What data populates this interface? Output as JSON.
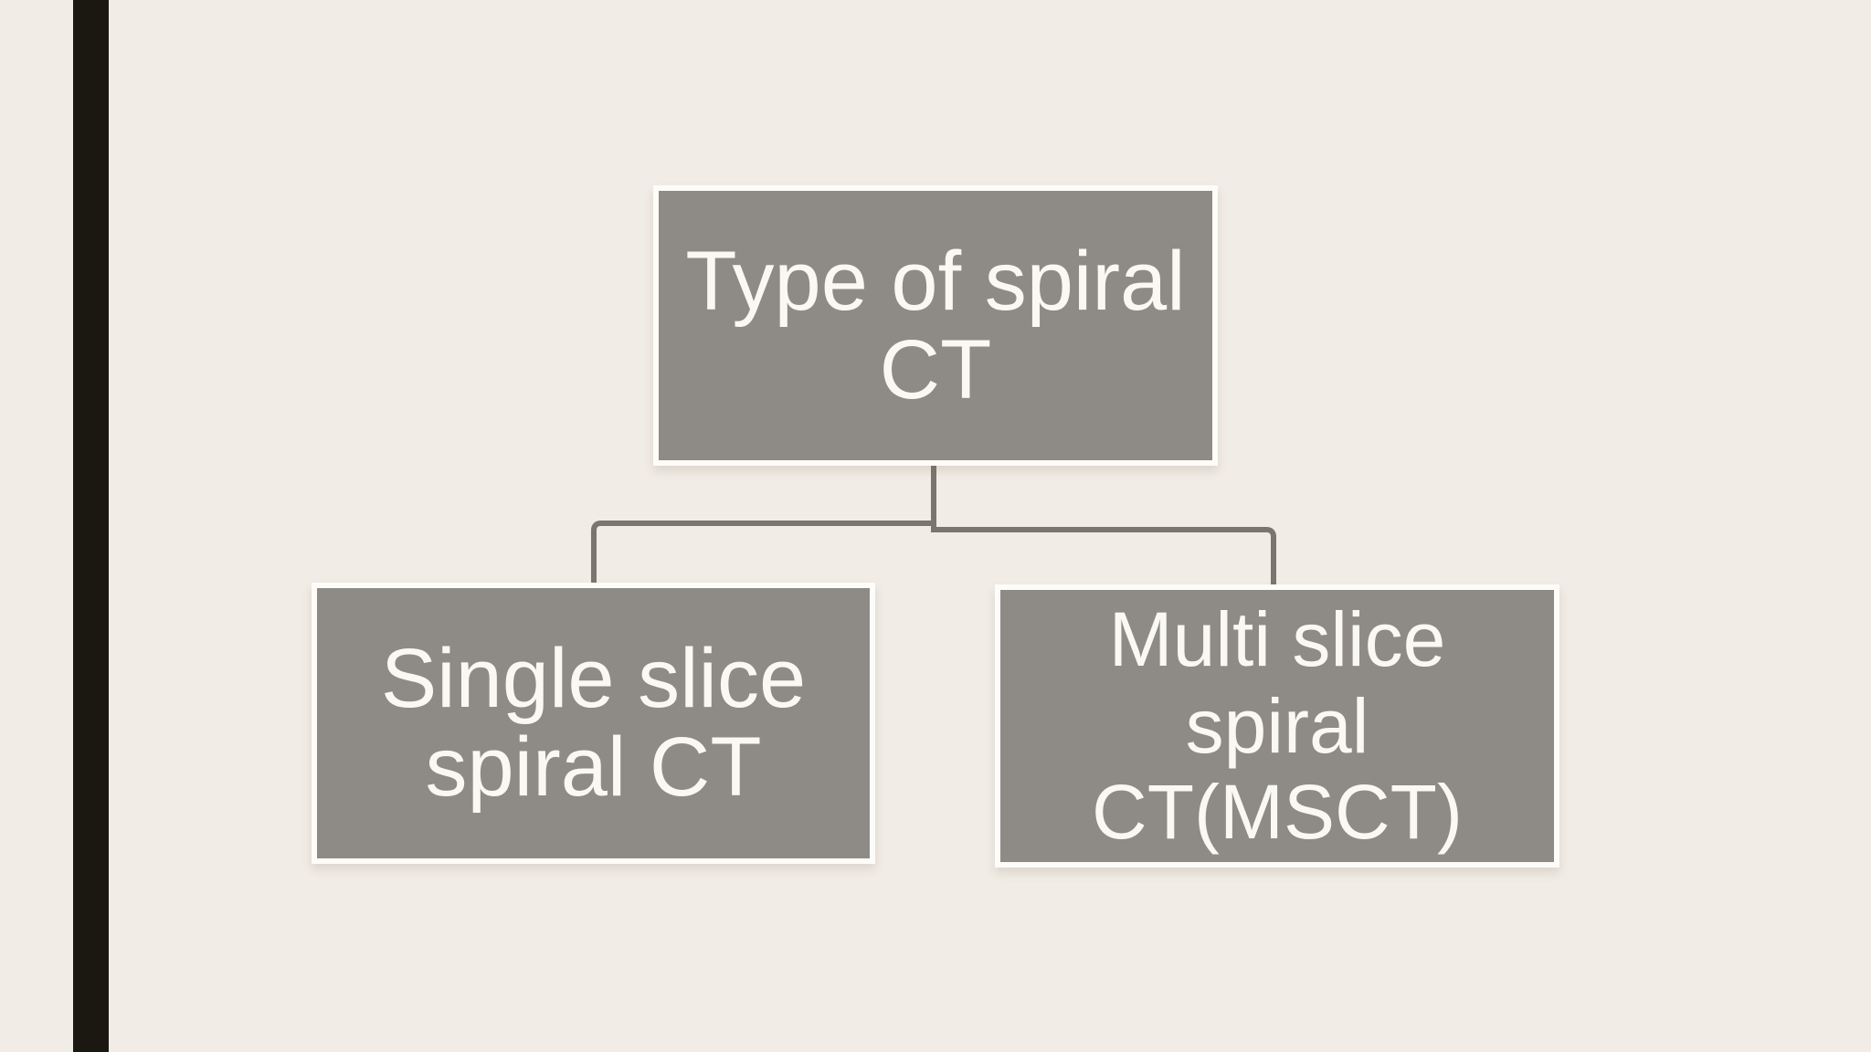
{
  "slide": {
    "background_color": "#f1ece5",
    "accent_bar_color": "#1b1811",
    "node_fill_color": "#8e8b87",
    "node_border_color": "#fdfcf9",
    "node_text_color": "#faf8f2",
    "connector_color": "#7b766d"
  },
  "diagram": {
    "type": "hierarchy",
    "root": {
      "label": "Type of spiral CT",
      "lines": [
        "Type of spiral",
        "CT"
      ]
    },
    "children": [
      {
        "label": "Single slice spiral CT",
        "lines": [
          "Single slice",
          "spiral CT"
        ]
      },
      {
        "label": "Multi slice spiral CT(MSCT)",
        "lines": [
          "Multi slice",
          "spiral",
          "CT(MSCT)"
        ]
      }
    ]
  }
}
